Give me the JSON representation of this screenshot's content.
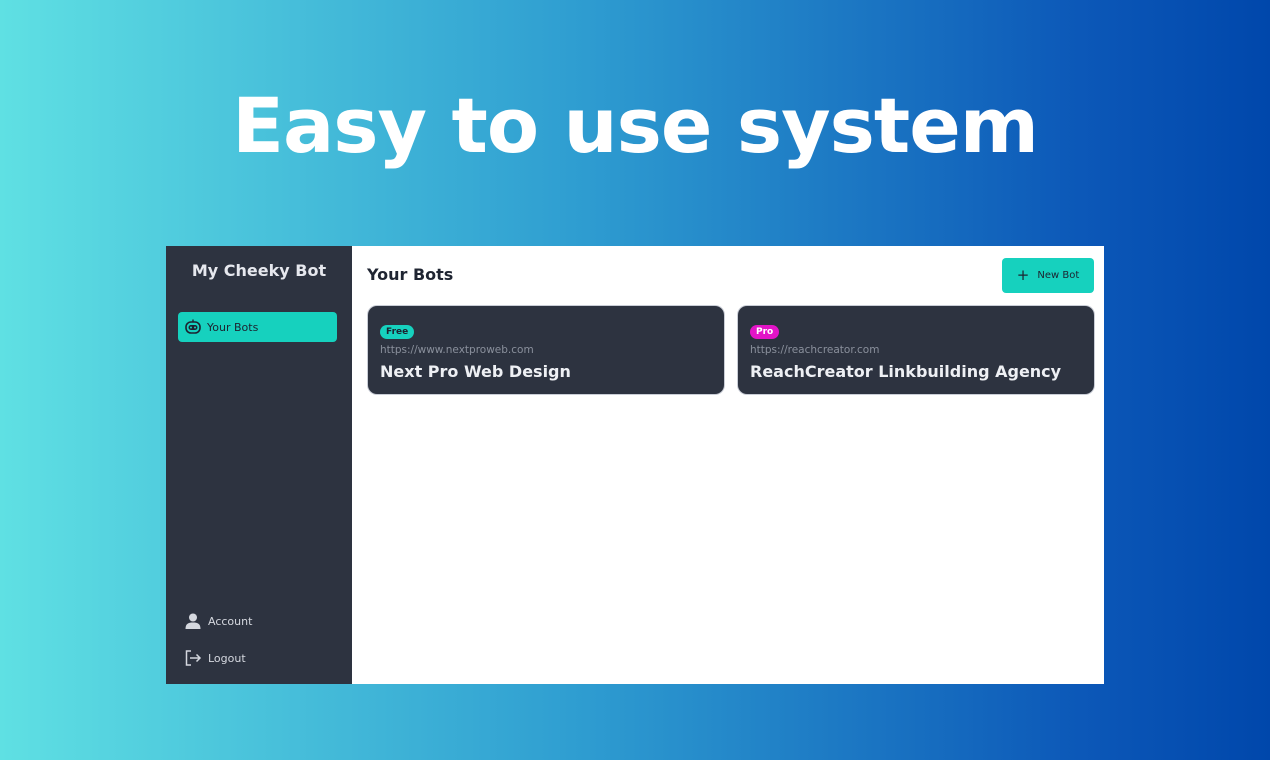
{
  "headline": "Easy to use system",
  "sidebar": {
    "brand": "My Cheeky Bot",
    "nav": [
      {
        "label": "Your Bots",
        "icon": "bot-icon",
        "active": true
      }
    ],
    "bottom": [
      {
        "label": "Account",
        "icon": "user-icon"
      },
      {
        "label": "Logout",
        "icon": "logout-icon"
      }
    ]
  },
  "main": {
    "title": "Your Bots",
    "new_bot_label": "New Bot",
    "bots": [
      {
        "badge": "Free",
        "url": "https://www.nextproweb.com",
        "name": "Next Pro Web Design"
      },
      {
        "badge": "Pro",
        "url": "https://reachcreator.com",
        "name": "ReachCreator Linkbuilding Agency"
      }
    ]
  },
  "colors": {
    "accent": "#16d1be",
    "sidebar_bg": "#2d3340",
    "pro_badge": "#e214c7"
  }
}
